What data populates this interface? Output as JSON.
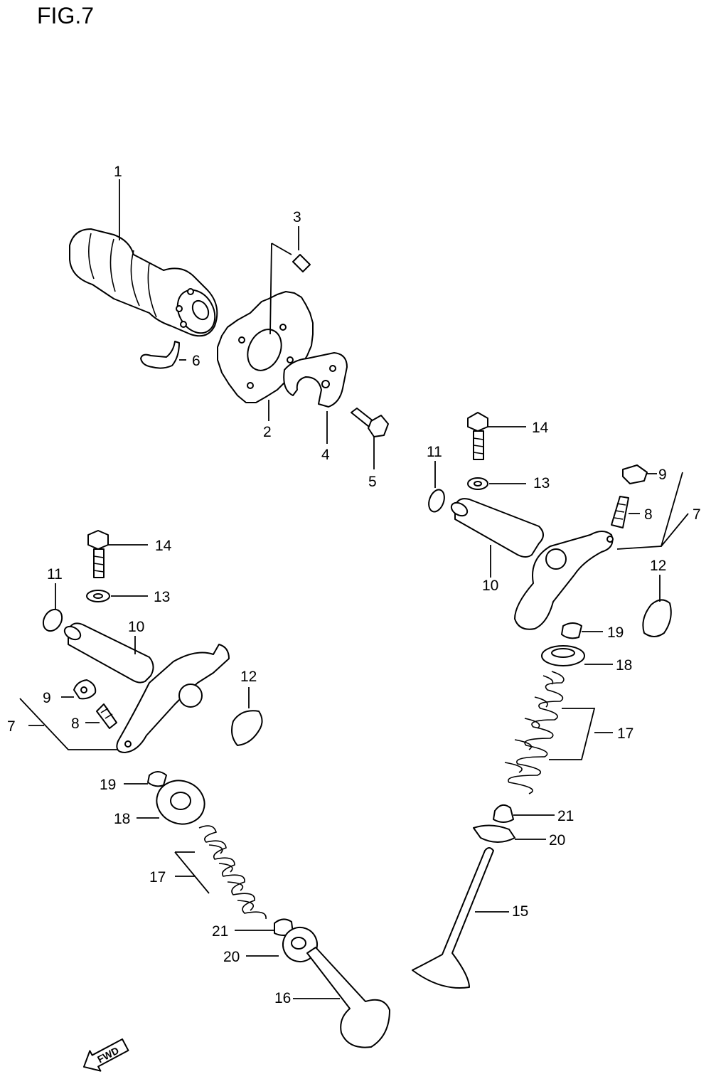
{
  "figure": {
    "title": "FIG.7"
  },
  "callouts": {
    "c1": "1",
    "c2": "2",
    "c3": "3",
    "c4": "4",
    "c5": "5",
    "c6": "6",
    "c7r": "7",
    "c7l": "7",
    "c8r": "8",
    "c8l": "8",
    "c9r": "9",
    "c9l": "9",
    "c10r": "10",
    "c10l": "10",
    "c11r": "11",
    "c11l": "11",
    "c12r": "12",
    "c12l": "12",
    "c13r": "13",
    "c13l": "13",
    "c14r": "14",
    "c14l": "14",
    "c15": "15",
    "c16": "16",
    "c17r": "17",
    "c17l": "17",
    "c18r": "18",
    "c18l": "18",
    "c19r": "19",
    "c19l": "19",
    "c20r": "20",
    "c20l": "20",
    "c21r": "21",
    "c21l": "21"
  },
  "fwd_arrow": {
    "label": "FWD",
    "icon": "forward-arrow-icon"
  }
}
